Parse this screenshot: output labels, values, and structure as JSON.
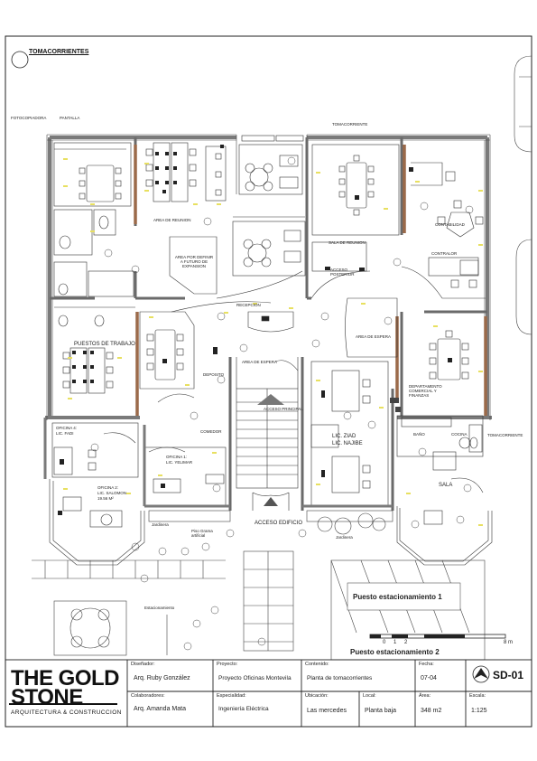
{
  "plan_title": "TOMACORRIENTES",
  "rooms": {
    "fotocopiadora": "FOTOCOPIADORA",
    "pantalla": "PANTALLA",
    "tomacorriente_1": "TOMACORRIENTE",
    "tomacorriente_2": "TOMACORRIENTE",
    "area_reunion": "AREA DE REUNION",
    "area_para_definir": "AREA POR DEFINIR A FUTURO DE EXPANSION",
    "sala_reunion": "SALA DE REUNION",
    "acceso_posterior": "ACCESO POSTERIOR",
    "contabilidad": "CONTABILIDAD",
    "contralor": "CONTRALOR",
    "recepcion": "RECEPCION",
    "puestos_trabajo": "PUESTOS DE TRABAJO",
    "area_espera": "AREA DE ESPERA",
    "area_espera_2": "AREA DE ESPERA",
    "departamento_comercial": "DEPARTAMENTO COMERCIAL Y FINANZAS",
    "acceso_principal": "ACCESO PRINCIPAL",
    "deposito": "DEPOSITO",
    "comedor": "COMEDOR",
    "lic_ziad": "LIC. ZIAD",
    "lic_najibe": "LIC. NAJIBE",
    "oficina4": "OFICINA 4:",
    "oficina4_name": "LIC. FADI",
    "oficina1": "OFICINA 1:",
    "oficina1_name": "LIC. YELIMAR",
    "oficina2": "OFICINA 2:",
    "oficina2_name": "LIC. SALOMON",
    "oficina2_area": "19.56 M²",
    "bano": "BAÑO",
    "cocina": "COCINA",
    "sala": "SALA",
    "jardinera_1": "Jardinera",
    "jardinera_2": "Jardinera",
    "piso_grama": "Piso Grama artificial",
    "acceso_edificio": "ACCESO EDIFICIO",
    "estacionamiento": "Estacionamiento",
    "puesto_est_1": "Puesto estacionamiento 1",
    "puesto_est_2": "Puesto estacionamiento 2",
    "scale_0": "0",
    "scale_1": "1",
    "scale_2": "2",
    "scale_8": "8 m"
  },
  "title_block": {
    "logo_line1": "THE GOLD",
    "logo_line2": "STONE",
    "logo_sub": "ARQUITECTURA & CONSTRUCCION",
    "disenador_key": "Diseñador:",
    "disenador_val": "Arq. Ruby González",
    "proyecto_key": "Proyecto:",
    "proyecto_val": "Proyecto Oficinas Montevila",
    "contenido_key": "Contenido:",
    "contenido_val": "Planta de tomacorrientes",
    "fecha_key": "Fecha:",
    "fecha_val": "07-04",
    "sheet": "SD-01",
    "colaboradores_key": "Colaboradores:",
    "colaboradores_val": "Arq. Amanda Mata",
    "especialidad_key": "Especialidad:",
    "especialidad_val": "Ingeniería Eléctrica",
    "ubicacion_key": "Ubicación:",
    "ubicacion_val": "Las mercedes",
    "local_key": "Local:",
    "local_val": "Planta baja",
    "area_key": "Área:",
    "area_val": "348 m2",
    "escala_key": "Escala:",
    "escala_val": "1:125"
  },
  "colors": {
    "wall": "#8a8a8a",
    "wall_dark": "#5a5a5a",
    "partition": "#9b6a4a",
    "line": "#222222",
    "outlet_marker": "#e8e060"
  }
}
